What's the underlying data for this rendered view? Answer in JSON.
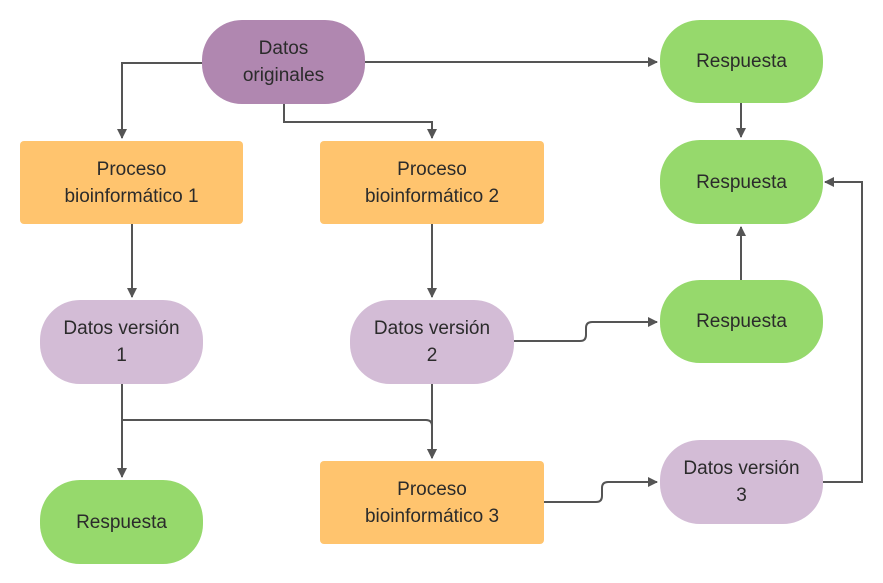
{
  "colors": {
    "original": "#b087b0",
    "process": "#ffc46e",
    "version": "#d3bcd6",
    "answer": "#96d96c",
    "connector": "#555555"
  },
  "nodes": {
    "datos_originales": "Datos\noriginales",
    "proceso_1": "Proceso\nbioinformático 1",
    "proceso_2": "Proceso\nbioinformático 2",
    "proceso_3": "Proceso\nbioinformático 3",
    "version_1": "Datos versión\n1",
    "version_2": "Datos versión\n2",
    "version_3": "Datos versión\n3",
    "respuesta_a": "Respuesta",
    "respuesta_b": "Respuesta",
    "respuesta_c": "Respuesta",
    "respuesta_d": "Respuesta"
  }
}
